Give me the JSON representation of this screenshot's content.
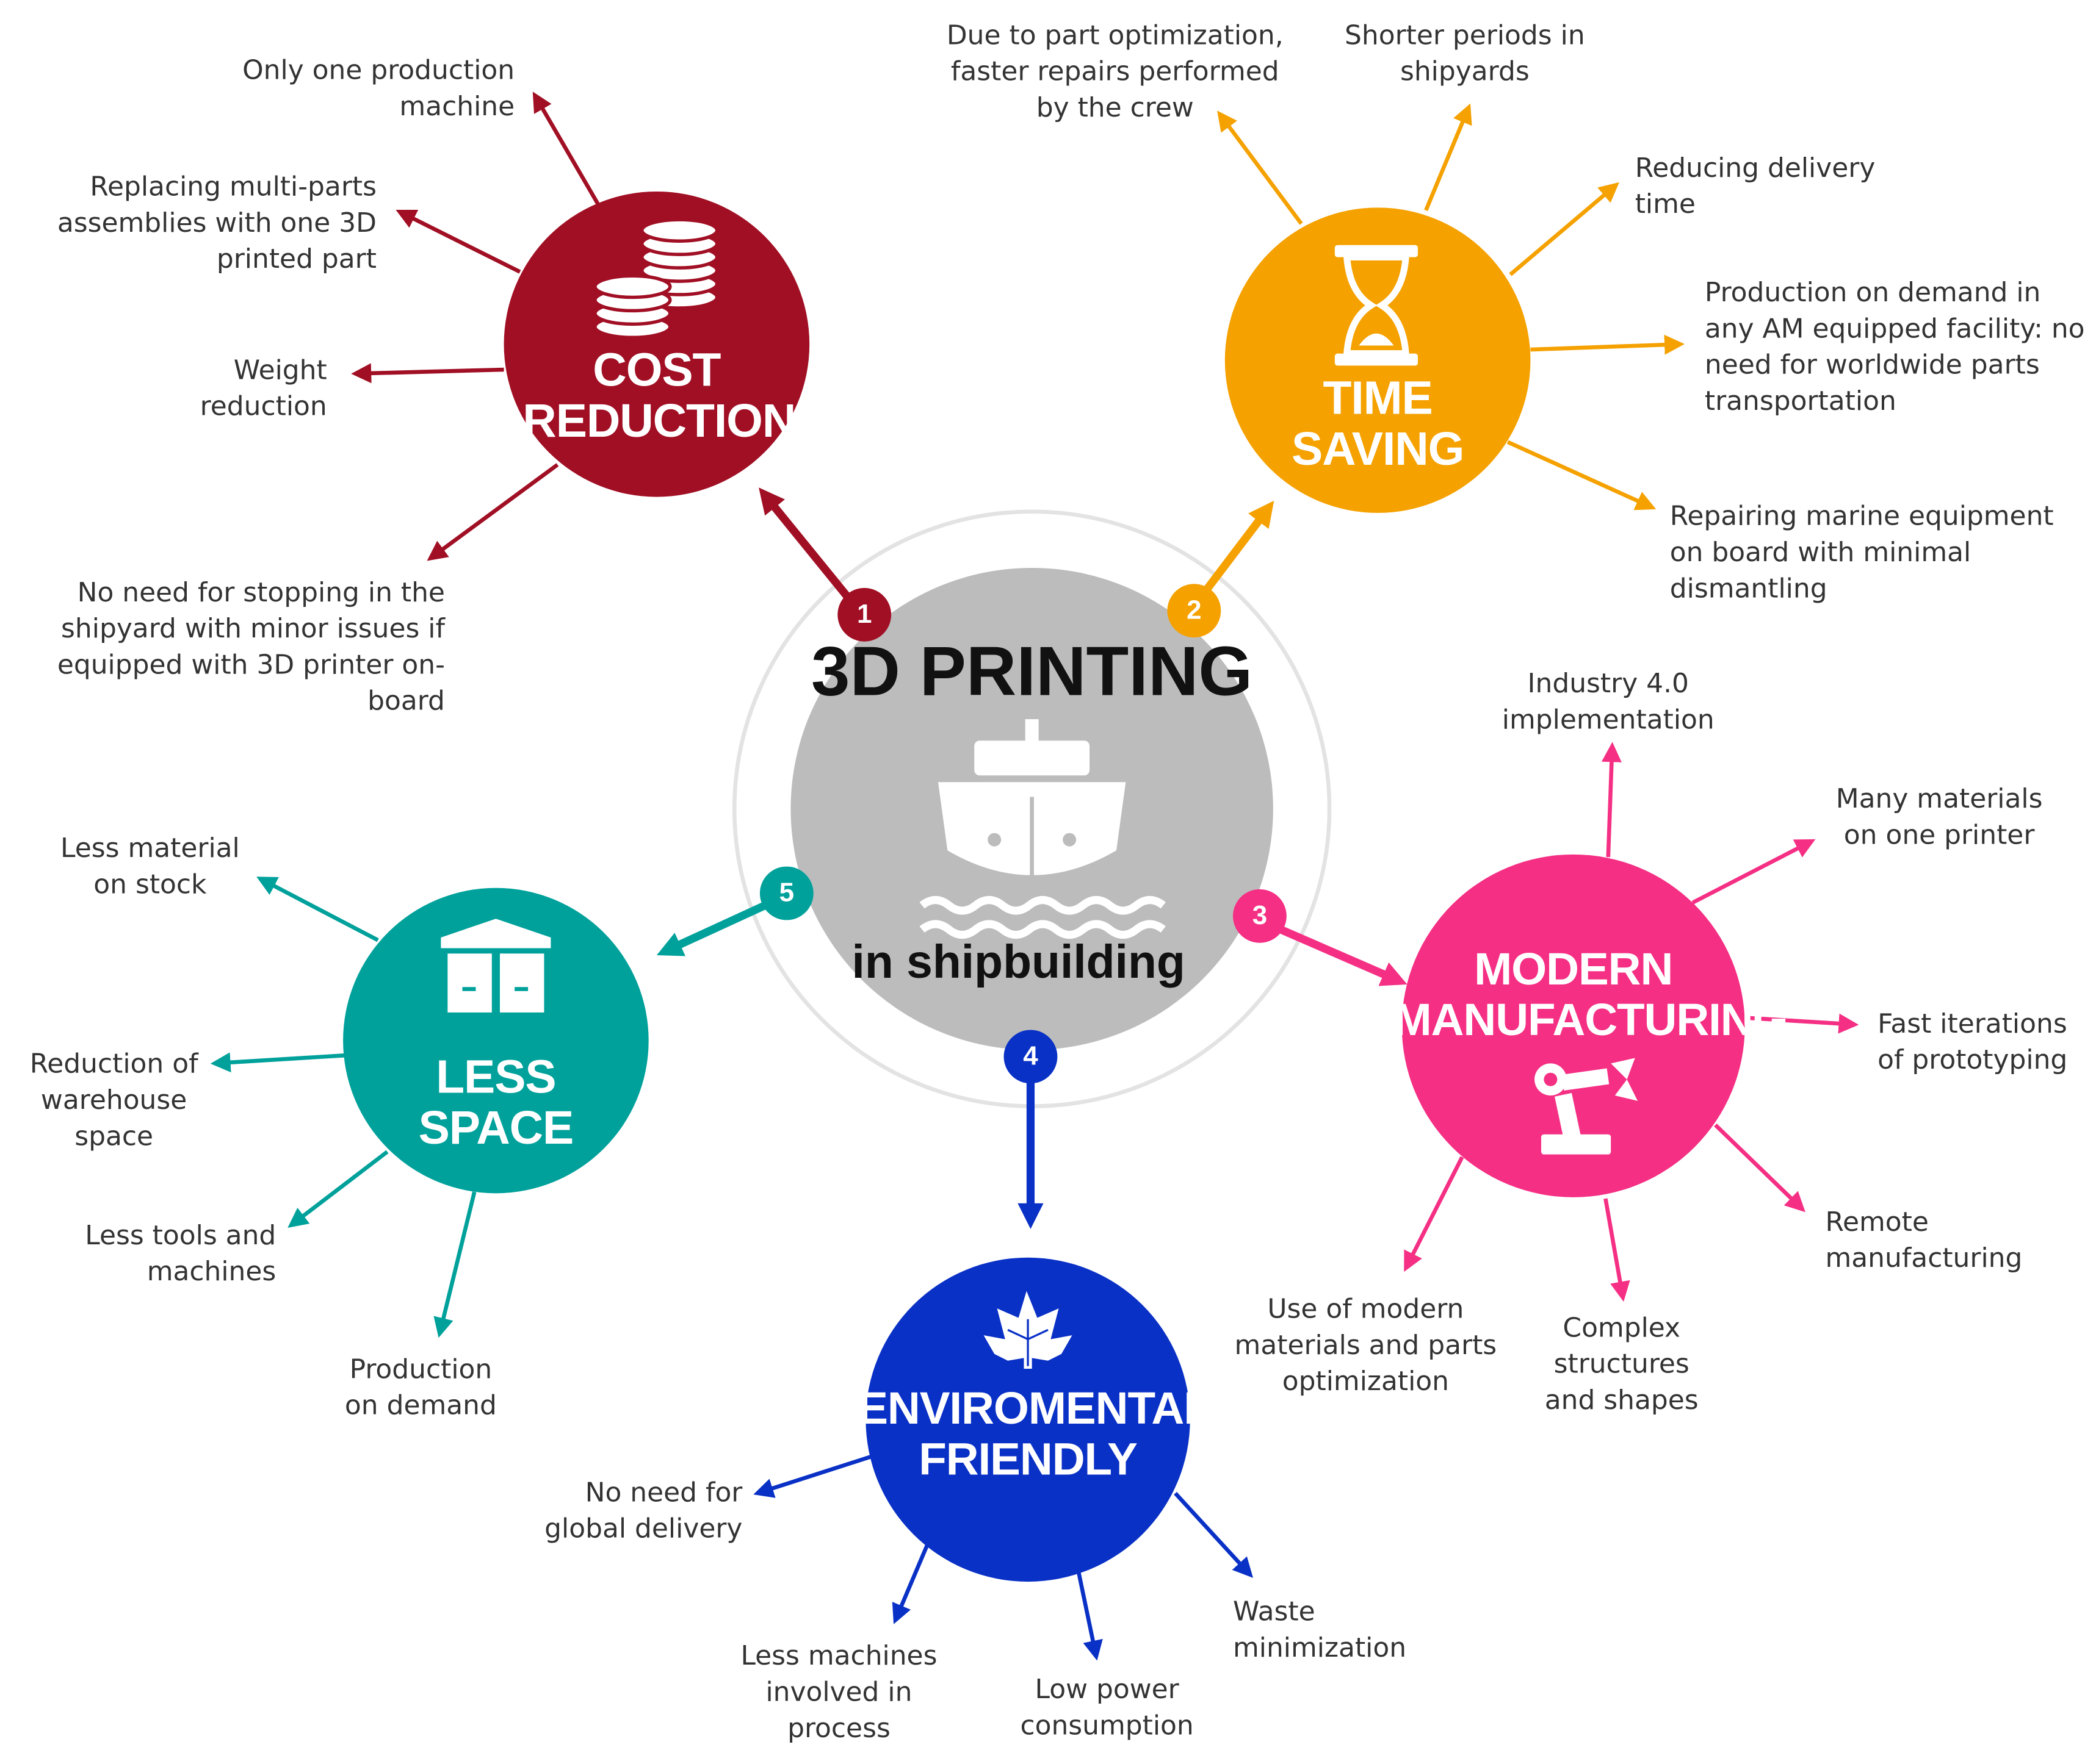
{
  "center": {
    "title": "3D PRINTING",
    "subtitle": "in shipbuilding"
  },
  "colors": {
    "cost": "#a10f24",
    "time": "#f5a100",
    "modern": "#f52f84",
    "env": "#0a31c6",
    "space": "#00a19b",
    "center": "#bcbcbc"
  },
  "hubs": {
    "cost": {
      "number": "1",
      "title": "COST\nREDUCTION",
      "icon": "coins-icon"
    },
    "time": {
      "number": "2",
      "title": "TIME\nSAVING",
      "icon": "hourglass-icon"
    },
    "modern": {
      "number": "3",
      "title": "MODERN\nMANUFACTURING",
      "icon": "robot-arm-icon"
    },
    "env": {
      "number": "4",
      "title": "ENVIROMENTAL\nFRIENDLY",
      "icon": "maple-leaf-icon"
    },
    "space": {
      "number": "5",
      "title": "LESS SPACE",
      "icon": "warehouse-box-icon"
    }
  },
  "benefits": {
    "cost": [
      "Only one production\nmachine",
      "Replacing  multi-parts\nassemblies with one 3D\nprinted part",
      "Weight\nreduction",
      "No need for stopping in the\nshipyard with minor issues if\nequipped with 3D printer on-\nboard"
    ],
    "time": [
      "Due to part optimization,\nfaster repairs performed\nby the crew",
      "Shorter periods in\nshipyards",
      "Reducing delivery\ntime",
      "Production on demand in\nany AM equipped facility: no\nneed for worldwide parts\ntransportation",
      "Repairing marine equipment\non board with minimal\ndismantling"
    ],
    "modern": [
      "Industry 4.0\nimplementation",
      "Many materials\non one printer",
      "Fast iterations\nof prototyping",
      "Remote\nmanufacturing",
      "Complex\nstructures\nand shapes",
      "Use of modern\nmaterials and parts\noptimization"
    ],
    "env": [
      "No need for\nglobal delivery",
      "Less machines\ninvolved in\nprocess",
      "Low power\nconsumption",
      "Waste\nminimization"
    ],
    "space": [
      "Less material\non stock",
      "Reduction of\nwarehouse\nspace",
      "Less tools and\nmachines",
      "Production\non demand"
    ]
  }
}
